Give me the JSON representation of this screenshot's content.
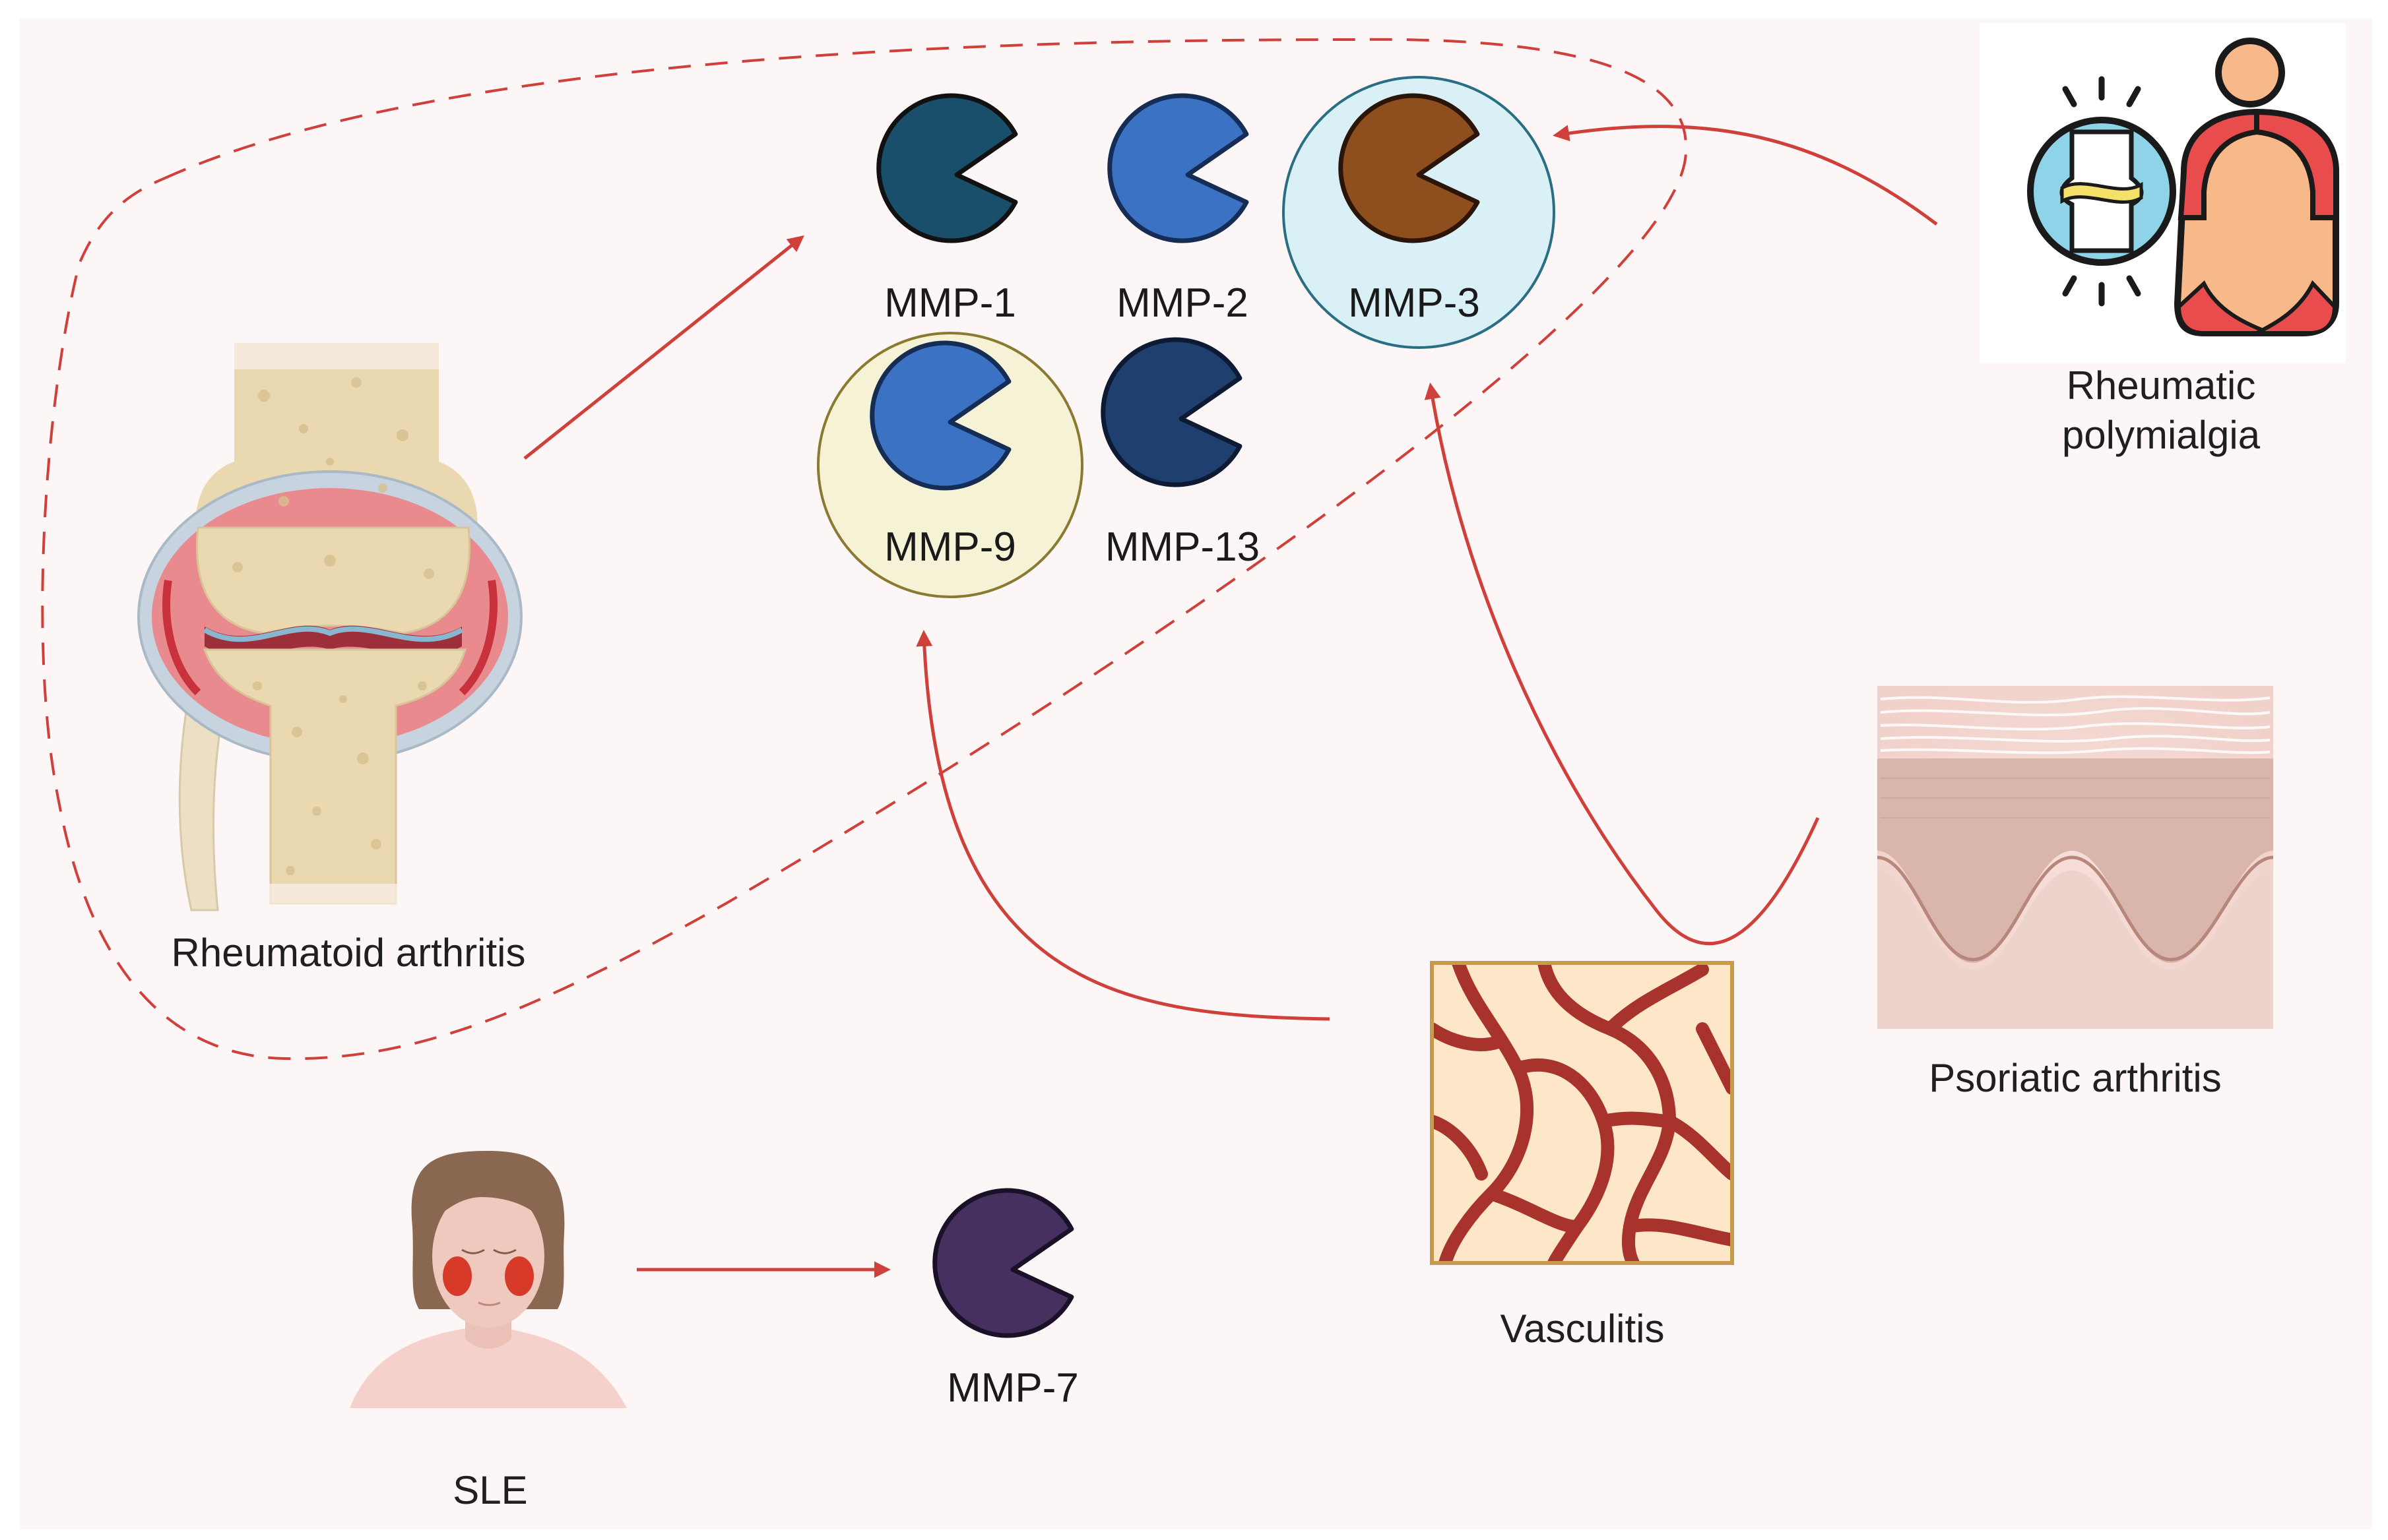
{
  "labels": {
    "rheumatoid_arthritis": "Rheumatoid arthritis",
    "rheumatic_polymialgia_line1": "Rheumatic",
    "rheumatic_polymialgia_line2": "polymialgia",
    "psoriatic_arthritis": "Psoriatic arthritis",
    "vasculitis": "Vasculitis",
    "sle": "SLE"
  },
  "enzymes": [
    {
      "id": "mmp1",
      "label": "MMP-1",
      "color": "#1a4f6b",
      "halo": ""
    },
    {
      "id": "mmp2",
      "label": "MMP-2",
      "color": "#3b72c4",
      "halo": ""
    },
    {
      "id": "mmp3",
      "label": "MMP-3",
      "color": "#8e4e1e",
      "halo": "#d9f0f6"
    },
    {
      "id": "mmp9",
      "label": "MMP-9",
      "color": "#3b72c4",
      "halo": "#f5f2d6"
    },
    {
      "id": "mmp13",
      "label": "MMP-13",
      "color": "#1f3f6e",
      "halo": ""
    },
    {
      "id": "mmp7",
      "label": "MMP-7",
      "color": "#45305f",
      "halo": ""
    }
  ],
  "colors": {
    "arrow": "#d0403a",
    "background": "#fdf6f6",
    "dashed_boundary": "#d0403a",
    "vessel": "#a8322c",
    "vessel_bg": "#fde7c8"
  },
  "icons": {
    "rheumatoid_arthritis": "knee-joint-icon",
    "rheumatic_polymialgia": "patient-shoulder-pain-icon",
    "psoriatic_arthritis": "skin-layer-icon",
    "vasculitis": "blood-vessel-network-icon",
    "sle": "woman-butterfly-rash-icon"
  }
}
